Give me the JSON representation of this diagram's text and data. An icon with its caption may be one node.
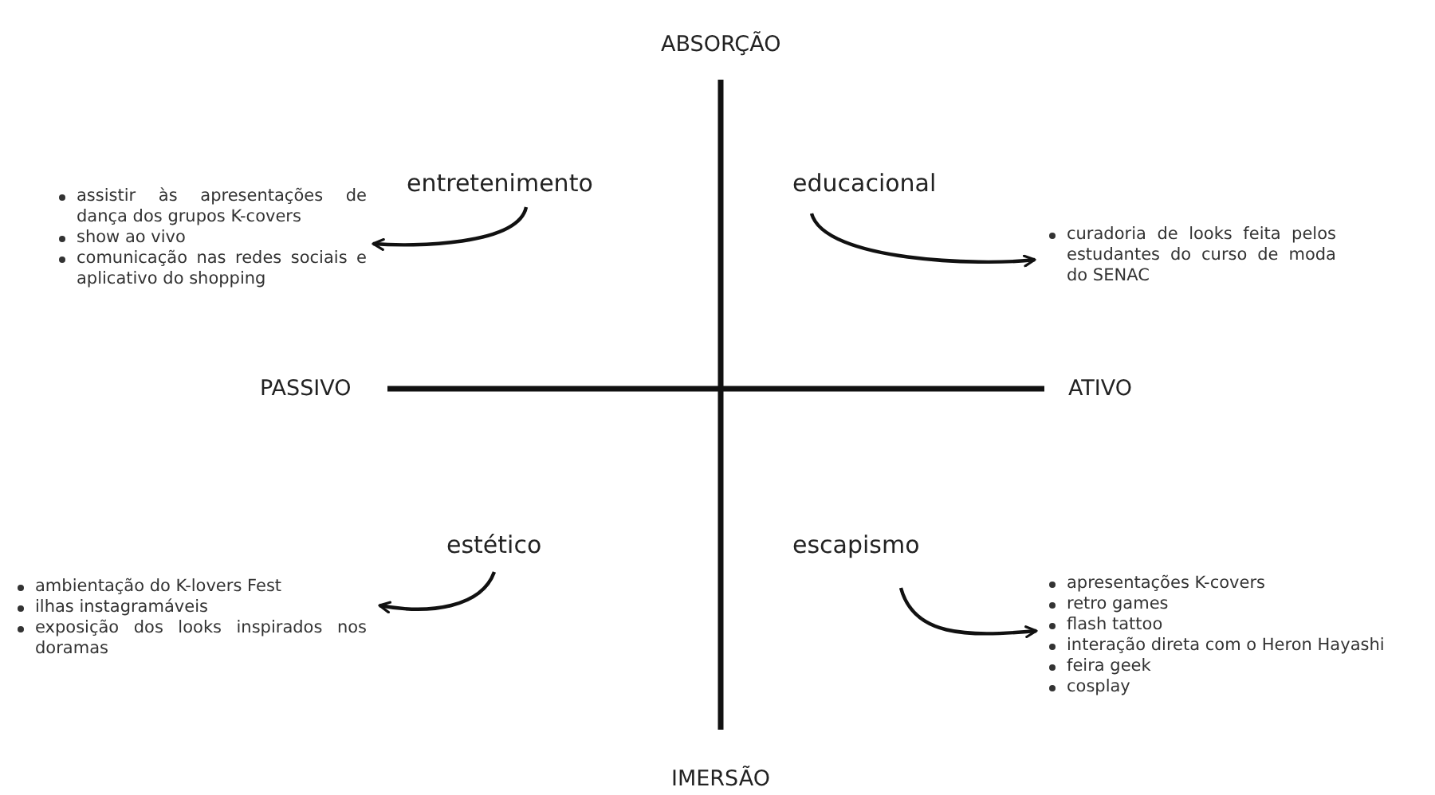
{
  "diagram": {
    "nodes": [
      {
        "text": [
          "entretenimento"
        ]
      },
      {
        "text": [
          "assistir às apresentações de dança dos grupos K-covers",
          "show ao vivo",
          "comunicação nas redes sociais e aplicativo do shopping"
        ]
      },
      {
        "text": [
          "educacional"
        ]
      },
      {
        "text": [
          "curadoria de looks feita pelos estudantes do curso de moda do SENAC"
        ]
      },
      {
        "text": [
          "estético"
        ]
      },
      {
        "text": [
          "ambientação do K-lovers Fest",
          "ilhas instagramáveis",
          "exposição dos looks inspirados nos doramas"
        ]
      },
      {
        "text": [
          "escapismo"
        ]
      },
      {
        "text": [
          "apresentações K-covers",
          "retro games",
          "flash tattoo",
          "interação direta com o Heron Hayashi",
          "feira geek",
          "cosplay"
        ]
      }
    ],
    "edges": [
      {
        "from": 0,
        "to": 1,
        "arrow": "to"
      },
      {
        "from": 2,
        "to": 3,
        "arrow": "to"
      },
      {
        "from": 4,
        "to": 5,
        "arrow": "to"
      },
      {
        "from": 6,
        "to": 7,
        "arrow": "to"
      }
    ],
    "labels": [
      "ABSORÇÃO",
      "PASSIVO",
      "ATIVO",
      "IMERSÃO"
    ]
  }
}
